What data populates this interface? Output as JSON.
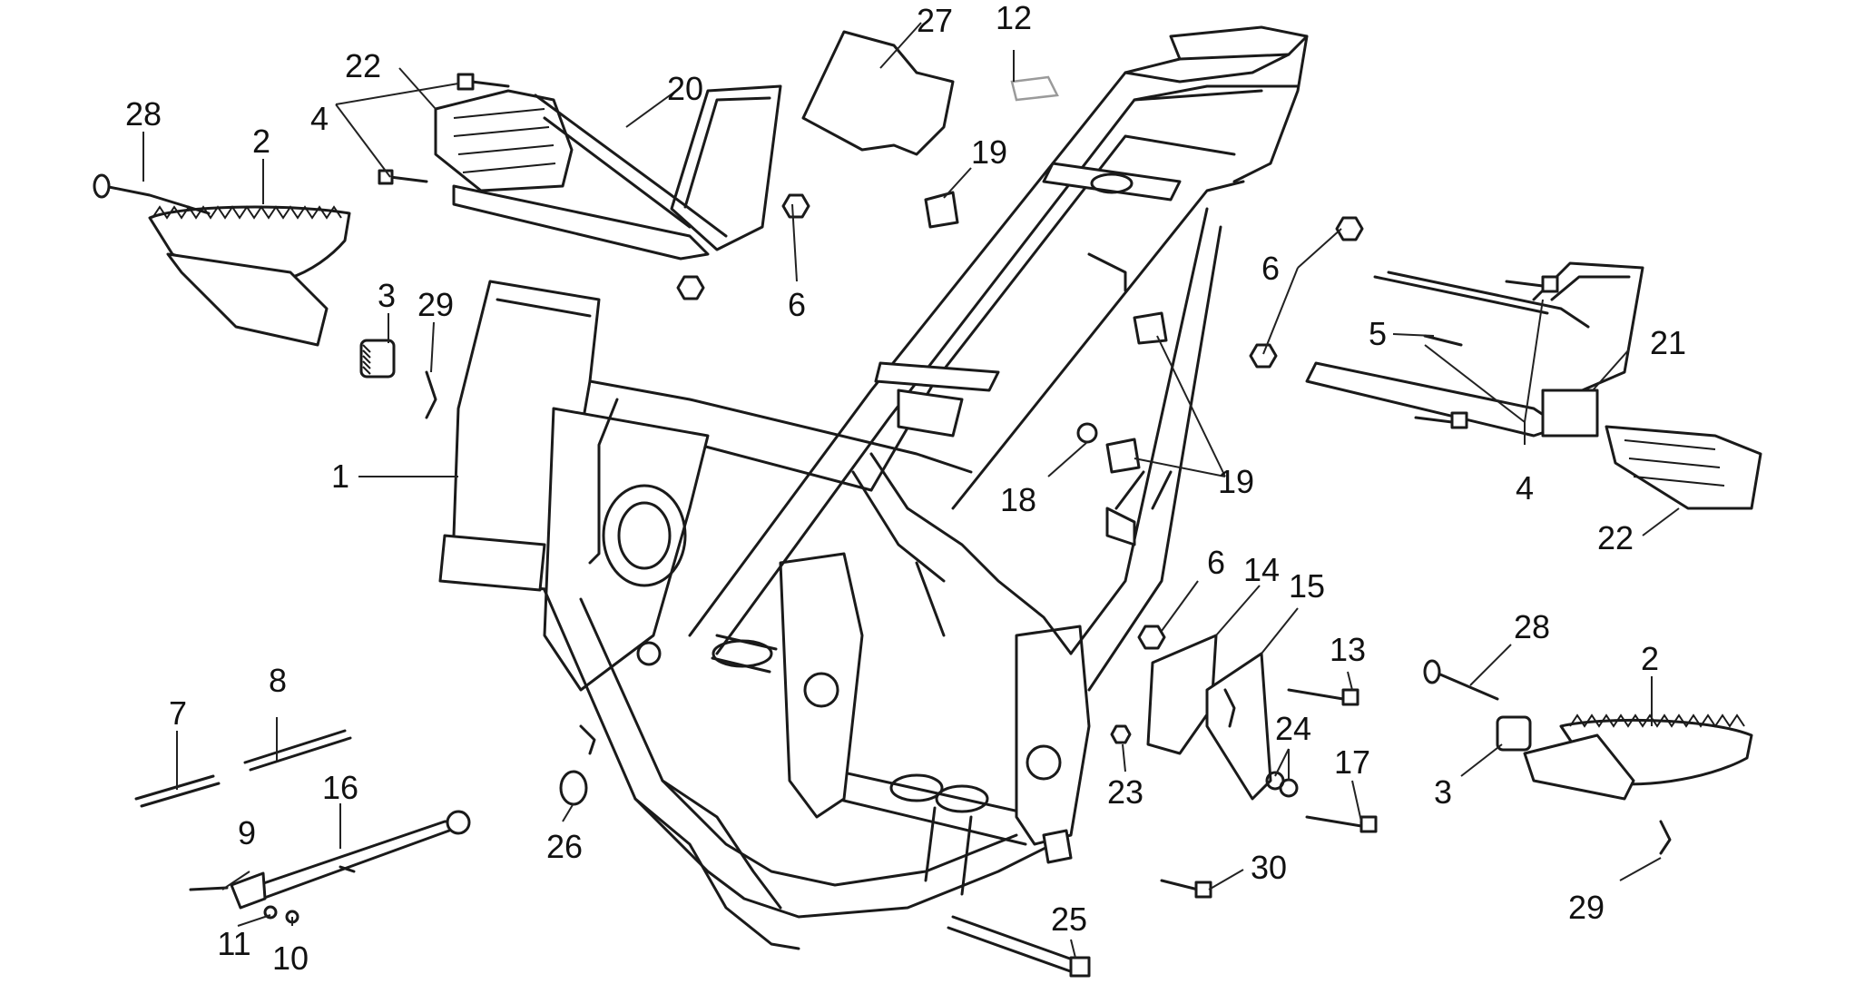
{
  "diagram": {
    "colors": {
      "line": "#1a1a1a",
      "ghost": "#9a9a9a",
      "background": "#ffffff"
    },
    "callouts": [
      {
        "id": "c1",
        "text": "1"
      },
      {
        "id": "c2a",
        "text": "2"
      },
      {
        "id": "c2b",
        "text": "2"
      },
      {
        "id": "c3a",
        "text": "3"
      },
      {
        "id": "c3b",
        "text": "3"
      },
      {
        "id": "c4a",
        "text": "4"
      },
      {
        "id": "c4b",
        "text": "4"
      },
      {
        "id": "c5",
        "text": "5"
      },
      {
        "id": "c6a",
        "text": "6"
      },
      {
        "id": "c6b",
        "text": "6"
      },
      {
        "id": "c6c",
        "text": "6"
      },
      {
        "id": "c7",
        "text": "7"
      },
      {
        "id": "c8",
        "text": "8"
      },
      {
        "id": "c9",
        "text": "9"
      },
      {
        "id": "c10",
        "text": "10"
      },
      {
        "id": "c11",
        "text": "11"
      },
      {
        "id": "c12",
        "text": "12"
      },
      {
        "id": "c13",
        "text": "13"
      },
      {
        "id": "c14",
        "text": "14"
      },
      {
        "id": "c15",
        "text": "15"
      },
      {
        "id": "c16",
        "text": "16"
      },
      {
        "id": "c17",
        "text": "17"
      },
      {
        "id": "c18",
        "text": "18"
      },
      {
        "id": "c19a",
        "text": "19"
      },
      {
        "id": "c19b",
        "text": "19"
      },
      {
        "id": "c20",
        "text": "20"
      },
      {
        "id": "c21",
        "text": "21"
      },
      {
        "id": "c22a",
        "text": "22"
      },
      {
        "id": "c22b",
        "text": "22"
      },
      {
        "id": "c23",
        "text": "23"
      },
      {
        "id": "c24",
        "text": "24"
      },
      {
        "id": "c25",
        "text": "25"
      },
      {
        "id": "c26",
        "text": "26"
      },
      {
        "id": "c27",
        "text": "27"
      },
      {
        "id": "c28a",
        "text": "28"
      },
      {
        "id": "c28b",
        "text": "28"
      },
      {
        "id": "c29a",
        "text": "29"
      },
      {
        "id": "c29b",
        "text": "29"
      },
      {
        "id": "c30",
        "text": "30"
      }
    ]
  }
}
